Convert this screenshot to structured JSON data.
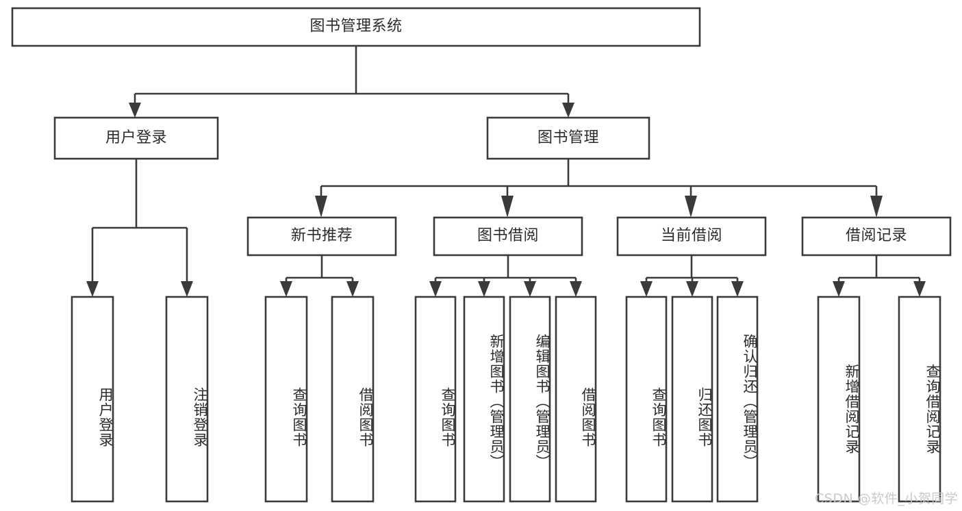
{
  "diagram": {
    "title": "图书管理系统",
    "type": "hierarchy-tree",
    "watermark": "CSDN @软件_小贺同学",
    "colors": {
      "stroke": "#3a3a3a",
      "box_fill": "#ffffff",
      "text": "#2b2b2b",
      "background": "#ffffff",
      "watermark": "#c9c9c9"
    },
    "levels": [
      {
        "level": 1,
        "nodes": [
          {
            "id": "root",
            "label": "图书管理系统",
            "orientation": "horizontal"
          }
        ]
      },
      {
        "level": 2,
        "nodes": [
          {
            "id": "login",
            "label": "用户登录",
            "orientation": "horizontal"
          },
          {
            "id": "bookmgmt",
            "label": "图书管理",
            "orientation": "horizontal"
          }
        ]
      },
      {
        "level": 3,
        "nodes": [
          {
            "id": "newbook",
            "label": "新书推荐",
            "orientation": "horizontal"
          },
          {
            "id": "borrow",
            "label": "图书借阅",
            "orientation": "horizontal"
          },
          {
            "id": "current",
            "label": "当前借阅",
            "orientation": "horizontal"
          },
          {
            "id": "records",
            "label": "借阅记录",
            "orientation": "horizontal"
          }
        ]
      },
      {
        "level": 4,
        "nodes": [
          {
            "id": "leaf1",
            "label": "用户登录",
            "orientation": "vertical",
            "parent": "login"
          },
          {
            "id": "leaf2",
            "label": "注销登录",
            "orientation": "vertical",
            "parent": "login"
          },
          {
            "id": "leaf3",
            "label": "查询图书",
            "orientation": "vertical",
            "parent": "newbook"
          },
          {
            "id": "leaf4",
            "label": "借阅图书",
            "orientation": "vertical",
            "parent": "newbook"
          },
          {
            "id": "leaf5",
            "label": "查询图书",
            "orientation": "vertical",
            "parent": "borrow"
          },
          {
            "id": "leaf6",
            "label": "新增图书（管理员）",
            "orientation": "vertical",
            "parent": "borrow"
          },
          {
            "id": "leaf7",
            "label": "编辑图书（管理员）",
            "orientation": "vertical",
            "parent": "borrow"
          },
          {
            "id": "leaf8",
            "label": "借阅图书",
            "orientation": "vertical",
            "parent": "borrow"
          },
          {
            "id": "leaf9",
            "label": "查询图书",
            "orientation": "vertical",
            "parent": "current"
          },
          {
            "id": "leaf10",
            "label": "归还图书",
            "orientation": "vertical",
            "parent": "current"
          },
          {
            "id": "leaf11",
            "label": "确认归还（管理员）",
            "orientation": "vertical",
            "parent": "current"
          },
          {
            "id": "leaf12",
            "label": "新增借阅记录",
            "orientation": "vertical",
            "parent": "records"
          },
          {
            "id": "leaf13",
            "label": "查询借阅记录",
            "orientation": "vertical",
            "parent": "records"
          }
        ]
      }
    ]
  }
}
